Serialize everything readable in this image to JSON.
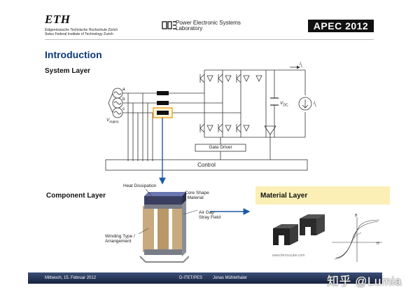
{
  "header": {
    "eth_logo": "ETH",
    "eth_line1": "Eidgenössische Technische Hochschule Zürich",
    "eth_line2": "Swiss Federal Institute of Technology Zurich",
    "pes_line1": "Power Electronic Systems",
    "pes_line2": "Laboratory",
    "apec_badge": "APEC 2012"
  },
  "slide": {
    "title": "Introduction",
    "system_layer": "System Layer",
    "component_layer": "Component Layer",
    "material_layer": "Material Layer"
  },
  "schematic": {
    "phase_a": "a",
    "phase_b": "b",
    "phase_c": "c",
    "vmains": "V",
    "vmains_sub": "mains",
    "il": "I",
    "il_sub": "L",
    "vdc": "V",
    "vdc_sub": "DC",
    "il2": "I",
    "il2_sub": "L",
    "gate_driver": "Gate Driver",
    "control": "Control"
  },
  "component": {
    "heat_dissipation": "Heat Dissipation",
    "core_shape_1": "Core Shape",
    "core_shape_2": "/ Material",
    "air_gap_1": "Air Gap",
    "air_gap_2": "Stray Field",
    "winding_1": "Winding Type /",
    "winding_2": "Arrangement"
  },
  "material": {
    "website": "www.ferroxcube.com",
    "axis_b": "B",
    "axis_h": "H"
  },
  "footer": {
    "date": "Mittwoch, 15. Februar 2012",
    "dept": "D-ITET/PES",
    "author": "Jonas Mühlethaler"
  },
  "watermark": "知乎 @Lumia",
  "colors": {
    "title": "#0e3a7a",
    "accent_arrow": "#1d5aa6",
    "highlight": "#f0a020",
    "material_bg": "#fbefb5"
  }
}
